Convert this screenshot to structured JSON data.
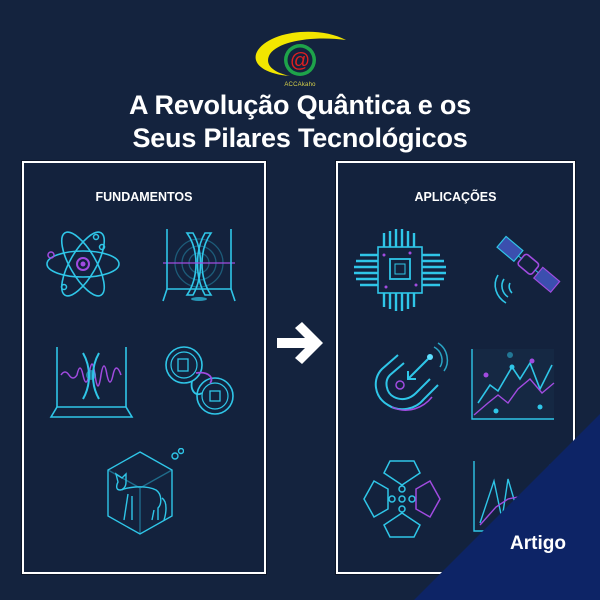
{
  "logo": {
    "caption": "ACCAkaho"
  },
  "title": {
    "line1": "A Revolução Quântica e os",
    "line2": "Seus Pilares Tecnológicos"
  },
  "panels": {
    "left": {
      "title": "FUNDAMENTOS",
      "icons": [
        "atom-icon",
        "wave-interference-icon",
        "wave-packet-icon",
        "entanglement-icon",
        "schrodinger-cat-icon"
      ]
    },
    "right": {
      "title": "APLICAÇÕES",
      "icons": [
        "quantum-chip-icon",
        "satellite-icon",
        "magnet-sensor-icon",
        "line-chart-icon",
        "quantum-network-icon",
        "data-chart-icon"
      ]
    }
  },
  "badge": {
    "label": "Artigo"
  },
  "colors": {
    "background": "#14233e",
    "accent_cyan": "#2fc6e8",
    "accent_purple": "#a14be0",
    "badge_blue": "#0d2466"
  }
}
